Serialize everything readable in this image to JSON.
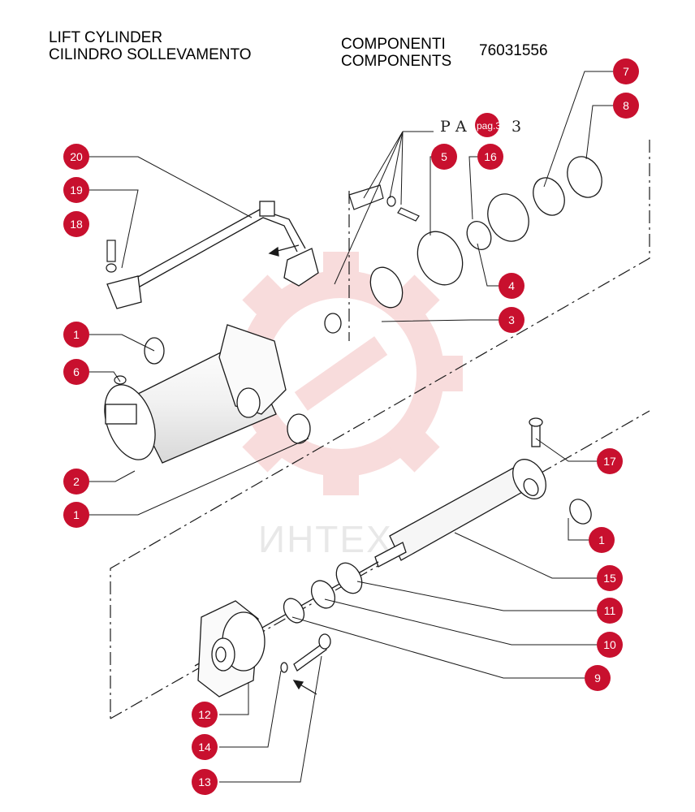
{
  "header": {
    "title_line1": "LIFT CYLINDER",
    "title_line2": "CILINDRO SOLLEVAMENTO",
    "section_line1": "COMPONENTI",
    "section_line2": "COMPONENTS",
    "part_number": "76031556"
  },
  "page_ref": {
    "text": "P A",
    "suffix": "3",
    "badge": "pag.3"
  },
  "watermark": {
    "text": "ИНТЕХ"
  },
  "callouts": [
    {
      "id": "c20",
      "label": "20"
    },
    {
      "id": "c19",
      "label": "19"
    },
    {
      "id": "c18",
      "label": "18"
    },
    {
      "id": "c1a",
      "label": "1"
    },
    {
      "id": "c6",
      "label": "6"
    },
    {
      "id": "c2",
      "label": "2"
    },
    {
      "id": "c1b",
      "label": "1"
    },
    {
      "id": "c7",
      "label": "7"
    },
    {
      "id": "c8",
      "label": "8"
    },
    {
      "id": "c5",
      "label": "5"
    },
    {
      "id": "c16",
      "label": "16"
    },
    {
      "id": "c4",
      "label": "4"
    },
    {
      "id": "c3",
      "label": "3"
    },
    {
      "id": "c17",
      "label": "17"
    },
    {
      "id": "c1c",
      "label": "1"
    },
    {
      "id": "c15",
      "label": "15"
    },
    {
      "id": "c11",
      "label": "11"
    },
    {
      "id": "c10",
      "label": "10"
    },
    {
      "id": "c9",
      "label": "9"
    },
    {
      "id": "c12",
      "label": "12"
    },
    {
      "id": "c14",
      "label": "14"
    },
    {
      "id": "c13",
      "label": "13"
    }
  ],
  "colors": {
    "callout_fill": "#c8102e",
    "line": "#1a1a1a",
    "watermark": "#e07070"
  }
}
